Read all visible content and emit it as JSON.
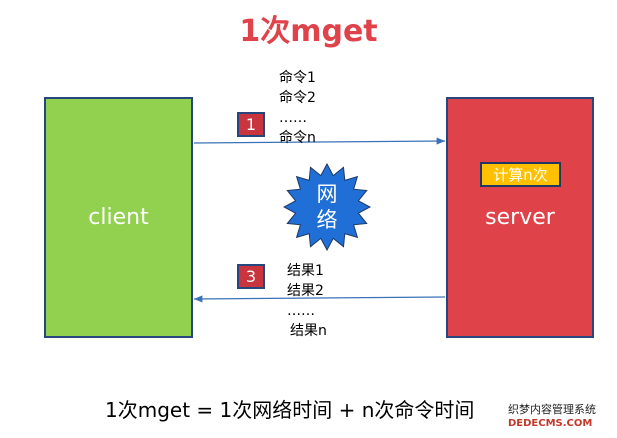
{
  "title": "1次mget",
  "client_label": "client",
  "server_label": "server",
  "compute_label": "计算n次",
  "network_label": "网络",
  "step1_label": "1",
  "step3_label": "3",
  "commands": [
    "命令1",
    "命令2",
    "……",
    "命令n"
  ],
  "results": [
    "结果1",
    "结果2",
    "……",
    "结果n"
  ],
  "formula": "1次mget = 1次网络时间 + n次命令时间",
  "watermark": {
    "line1": "织梦内容管理系统",
    "line2": "DEDECMS.COM"
  },
  "colors": {
    "title": "#e0424a",
    "client_fill": "#92d050",
    "server_fill": "#e0424a",
    "compute_fill": "#ffc000",
    "step_fill": "#c9353e",
    "network_fill": "#1f6fd6",
    "arrow": "#3a72b8"
  }
}
